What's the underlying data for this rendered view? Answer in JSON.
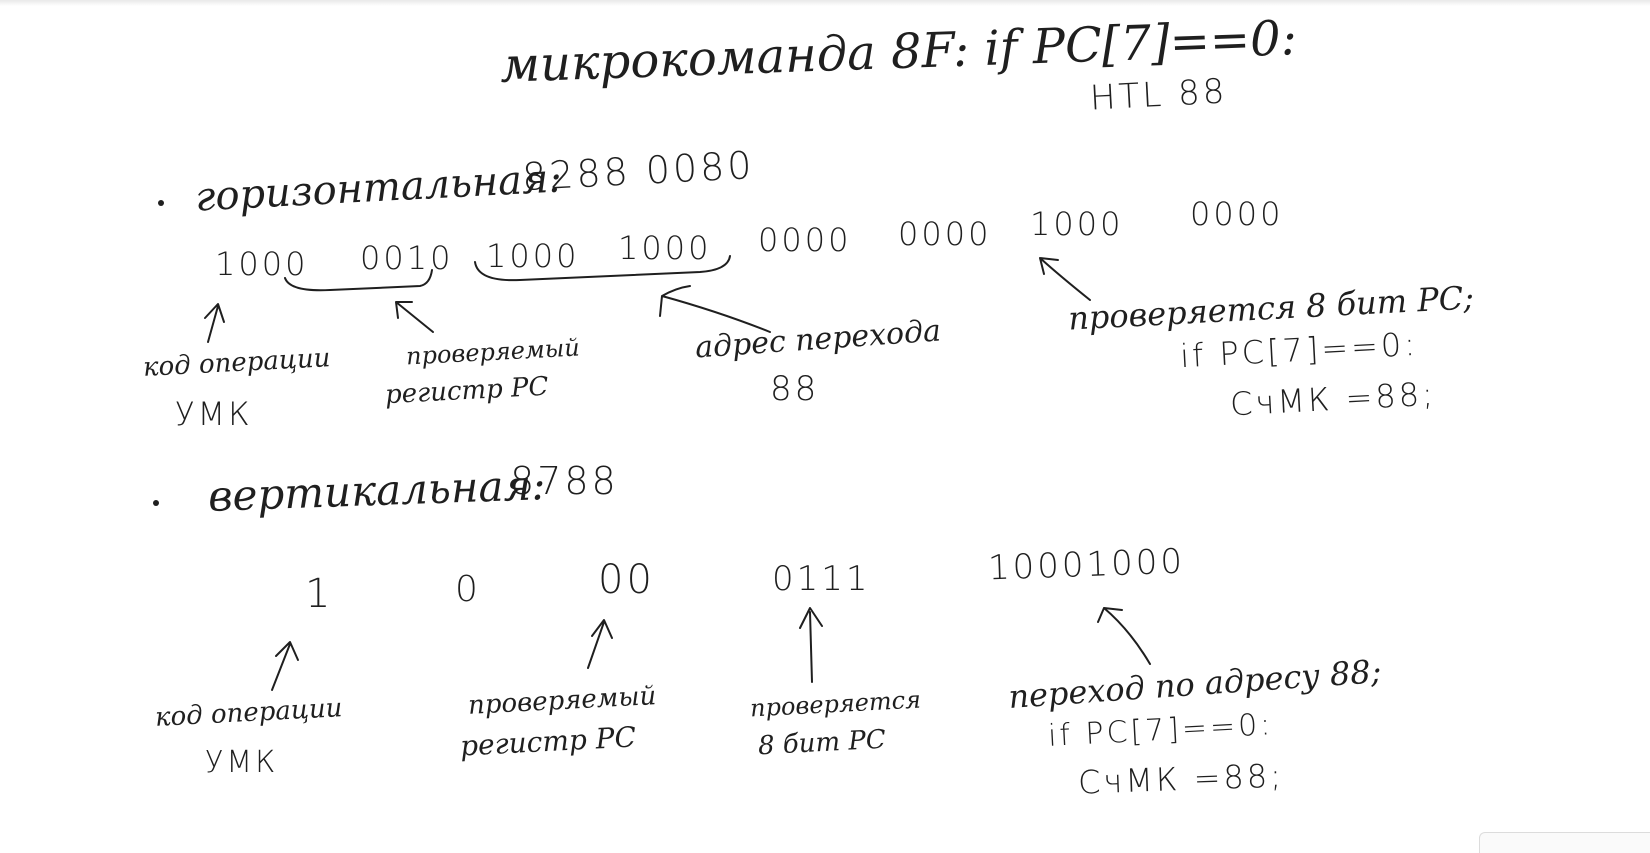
{
  "title": {
    "line1": "микрокоманда 8F:  if PC[7]==0:",
    "line2": "HTL 88"
  },
  "horizontal": {
    "label": "горизонтальная:",
    "value": "8288 0080",
    "bits": {
      "b1": "1000",
      "b2": "0010",
      "b3": "1000",
      "b4": "1000",
      "b5": "0000",
      "b6": "0000",
      "b7": "1000",
      "b8": "0000"
    },
    "annotations": {
      "opcode_line1": "код операции",
      "opcode_line2": "УМК",
      "checked_reg_line1": "проверяемый",
      "checked_reg_line2": "регистр PC",
      "jump_addr_line1": "адрес перехода",
      "jump_addr_line2": "88",
      "bit_check_line1": "проверяется 8 бит PC;",
      "bit_check_line2": "if PC[7]==0:",
      "bit_check_line3": "СчМК =88;"
    }
  },
  "vertical": {
    "label": "вертикальная:",
    "value": "8788",
    "bits": {
      "f1": "1",
      "f2": "0",
      "f3": "00",
      "f4": "0111",
      "f5": "10001000"
    },
    "annotations": {
      "opcode_line1": "код операции",
      "opcode_line2": "УМК",
      "checked_reg_line1": "проверяемый",
      "checked_reg_line2": "регистр PC",
      "bit_line1": "проверяется",
      "bit_line2": "8 бит PC",
      "jump_line1": "переход по адресу 88;",
      "jump_line2": "if PC[7]==0:",
      "jump_line3": "СчМК =88;"
    }
  }
}
